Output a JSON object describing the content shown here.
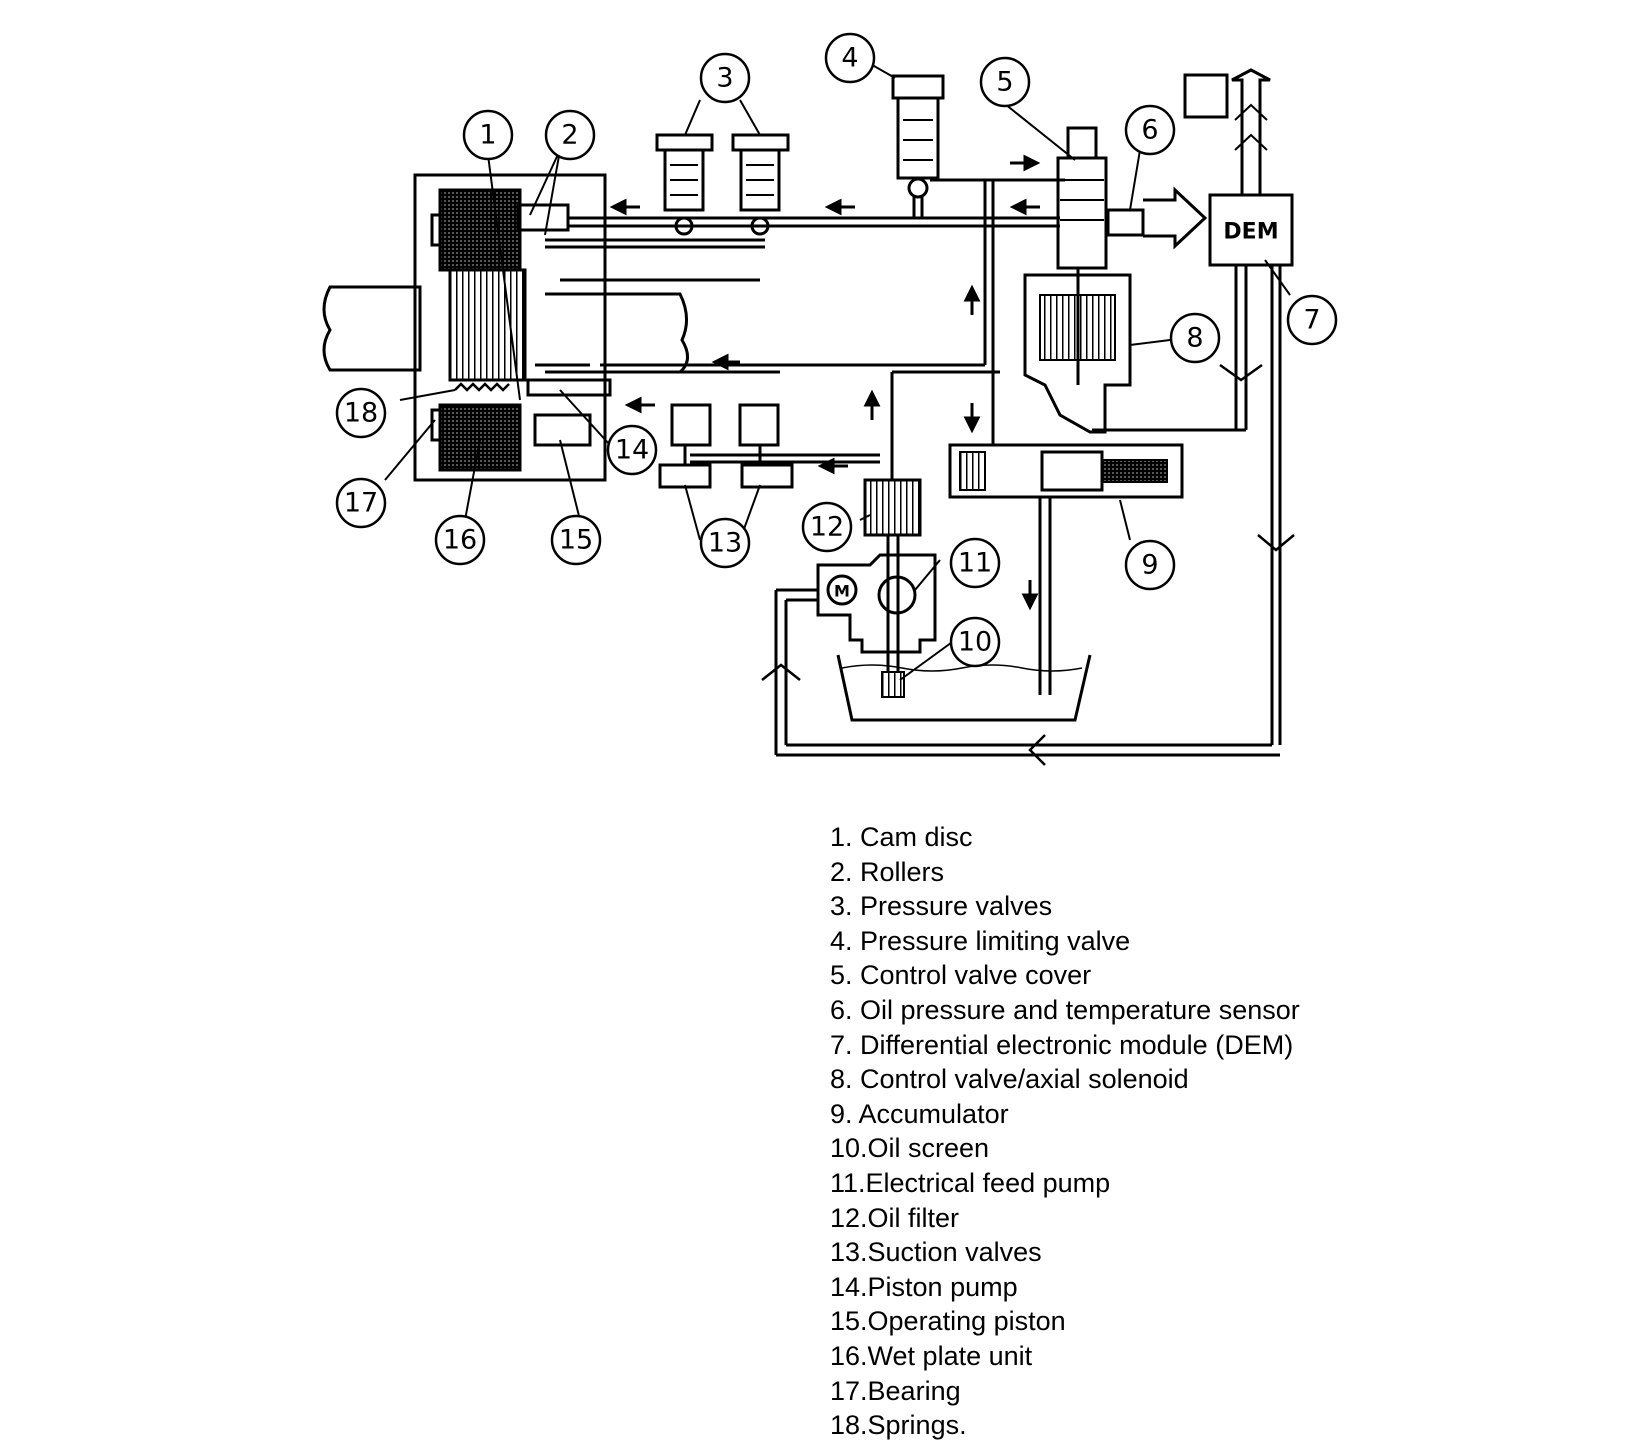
{
  "diagram": {
    "dem_label": "DEM",
    "motor_label": "M",
    "callouts": [
      "1",
      "2",
      "3",
      "4",
      "5",
      "6",
      "7",
      "8",
      "9",
      "10",
      "11",
      "12",
      "13",
      "14",
      "15",
      "16",
      "17",
      "18"
    ]
  },
  "legend": [
    "1. Cam disc",
    "2. Rollers",
    "3. Pressure valves",
    "4. Pressure limiting valve",
    "5. Control valve cover",
    "6. Oil pressure and temperature sensor",
    "7. Differential electronic module (DEM)",
    "8. Control valve/axial solenoid",
    "9. Accumulator",
    "10.Oil screen",
    "11.Electrical feed pump",
    "12.Oil filter",
    "13.Suction valves",
    "14.Piston pump",
    "15.Operating piston",
    "16.Wet plate unit",
    "17.Bearing",
    "18.Springs."
  ]
}
